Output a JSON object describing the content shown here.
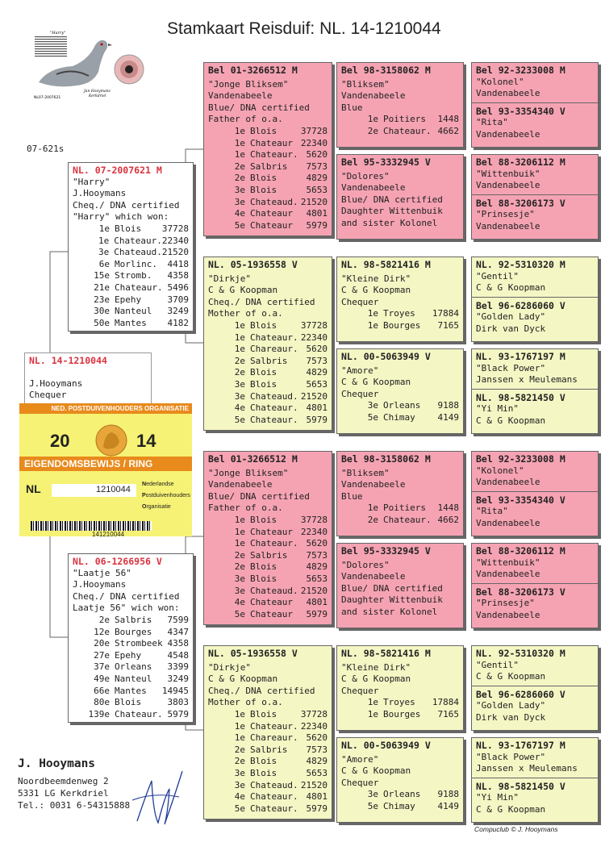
{
  "title": "Stamkaart Reisduif: NL. 14-1210044",
  "side_tag": "07-621s",
  "photo": {
    "name": "\"Harry\"",
    "ring": "NL07-2007621",
    "owner": "Jan Hooymans",
    "place": "Kerkdriel"
  },
  "subject": {
    "ring": "NL. 14-1210044",
    "owner": "J.Hooymans",
    "color": "Chequer"
  },
  "ring_card": {
    "org": "NED. POSTDUIVENHOUDERS ORGANISATIE",
    "year_left": "20",
    "year_right": "14",
    "label": "EIGENDOMSBEWIJS / RING",
    "country": "NL",
    "number": "1210044",
    "org_words": [
      "ederlandse",
      "ostduivenhouders",
      "rganisatie"
    ],
    "barcode_number": "141210044"
  },
  "sire": {
    "ring": "NL. 07-2007621 M",
    "lines": [
      "\"Harry\"",
      "J.Hooymans",
      "Cheq./ DNA certified",
      "\"Harry\" which won:"
    ],
    "results": [
      [
        "1e",
        "Blois",
        "37728"
      ],
      [
        "1e",
        "Chateaur.",
        "22340"
      ],
      [
        "3e",
        "Chateaud.",
        "21520"
      ],
      [
        "6e",
        "Morlinc.",
        "4418"
      ],
      [
        "15e",
        "Stromb.",
        "4358"
      ],
      [
        "21e",
        "Chateaur.",
        "5496"
      ],
      [
        "23e",
        "Epehy",
        "3709"
      ],
      [
        "30e",
        "Nanteul",
        "3249"
      ],
      [
        "50e",
        "Mantes",
        "4182"
      ]
    ]
  },
  "dam": {
    "ring": "NL. 06-1266956 V",
    "lines": [
      "\"Laatje 56\"",
      "J.Hooymans",
      "Cheq./ DNA certified",
      "Laatje 56\" wich won:"
    ],
    "results": [
      [
        "2e",
        "Salbris",
        "7599"
      ],
      [
        "12e",
        "Bourges",
        "4347"
      ],
      [
        "20e",
        "Strombeek",
        "4358"
      ],
      [
        "27e",
        "Epehy",
        "4548"
      ],
      [
        "37e",
        "Orleans",
        "3399"
      ],
      [
        "49e",
        "Nanteul",
        "3249"
      ],
      [
        "66e",
        "Mantes",
        "14945"
      ],
      [
        "80e",
        "Blois",
        "3803"
      ],
      [
        "139e",
        "Chateaur.",
        "5979"
      ]
    ]
  },
  "gp_m": {
    "ring": "Bel 01-3266512 M",
    "lines": [
      "\"Jonge Bliksem\"",
      "Vandenabeele",
      "Blue/ DNA certified",
      "Father of o.a."
    ],
    "results": [
      [
        "1e",
        "Blois",
        "37728"
      ],
      [
        "1e",
        "Chateaur",
        "22340"
      ],
      [
        "1e",
        "Chateaur.",
        "5620"
      ],
      [
        "2e",
        "Salbris",
        "7573"
      ],
      [
        "2e",
        "Blois",
        "4829"
      ],
      [
        "3e",
        "Blois",
        "5653"
      ],
      [
        "3e",
        "Chateaud.",
        "21520"
      ],
      [
        "4e",
        "Chateaur",
        "4801"
      ],
      [
        "5e",
        "Chateaur",
        "5979"
      ]
    ]
  },
  "gp_f": {
    "ring": "NL. 05-1936558 V",
    "lines": [
      "\"Dirkje\"",
      "C & G Koopman",
      "Cheq./ DNA certified",
      "Mother of o.a."
    ],
    "results": [
      [
        "1e",
        "Blois",
        "37728"
      ],
      [
        "1e",
        "Chateaur.",
        "22340"
      ],
      [
        "1e",
        "Chareaur.",
        "5620"
      ],
      [
        "2e",
        "Salbris",
        "7573"
      ],
      [
        "2e",
        "Blois",
        "4829"
      ],
      [
        "3e",
        "Blois",
        "5653"
      ],
      [
        "3e",
        "Chateaud.",
        "21520"
      ],
      [
        "4e",
        "Chateaur.",
        "4801"
      ],
      [
        "5e",
        "Chateaur.",
        "5979"
      ]
    ]
  },
  "gm_m": {
    "ring": "Bel 01-3266512 M",
    "lines": [
      "\"Jonge Bliksem\"",
      "Vandenabeele",
      "Blue/ DNA certified",
      "Father of o.a."
    ],
    "results": [
      [
        "1e",
        "Blois",
        "37728"
      ],
      [
        "1e",
        "Chateaur",
        "22340"
      ],
      [
        "1e",
        "Chateaur.",
        "5620"
      ],
      [
        "2e",
        "Salbris",
        "7573"
      ],
      [
        "2e",
        "Blois",
        "4829"
      ],
      [
        "3e",
        "Blois",
        "5653"
      ],
      [
        "3e",
        "Chateaud.",
        "21520"
      ],
      [
        "4e",
        "Chateaur",
        "4801"
      ],
      [
        "5e",
        "Chateaur",
        "5979"
      ]
    ]
  },
  "gm_f": {
    "ring": "NL. 05-1936558 V",
    "lines": [
      "\"Dirkje\"",
      "C & G Koopman",
      "Cheq./ DNA certified",
      "Mother of o.a."
    ],
    "results": [
      [
        "1e",
        "Blois",
        "37728"
      ],
      [
        "1e",
        "Chateaur.",
        "22340"
      ],
      [
        "1e",
        "Chareaur.",
        "5620"
      ],
      [
        "2e",
        "Salbris",
        "7573"
      ],
      [
        "2e",
        "Blois",
        "4829"
      ],
      [
        "3e",
        "Blois",
        "5653"
      ],
      [
        "3e",
        "Chateaud.",
        "21520"
      ],
      [
        "4e",
        "Chateaur.",
        "4801"
      ],
      [
        "5e",
        "Chateaur.",
        "5979"
      ]
    ]
  },
  "g1": {
    "ring": "Bel 98-3158062 M",
    "lines": [
      "\"Bliksem\"",
      "Vandenabeele",
      "Blue"
    ],
    "results": [
      [
        "1e",
        "Poitiers",
        "1448"
      ],
      [
        "2e",
        "Chateaur.",
        "4662"
      ]
    ]
  },
  "g2": {
    "ring": "Bel 95-3332945 V",
    "lines": [
      "\"Dolores\"",
      "Vandenabeele",
      "Blue/ DNA certified",
      "Daughter Wittenbuik",
      "and sister Kolonel"
    ]
  },
  "g3": {
    "ring": "NL. 98-5821416 M",
    "lines": [
      "\"Kleine Dirk\"",
      "C & G Koopman",
      "Chequer"
    ],
    "results": [
      [
        "1e",
        "Troyes",
        "17884"
      ],
      [
        "1e",
        "Bourges",
        "7165"
      ]
    ]
  },
  "g4": {
    "ring": "NL. 00-5063949 V",
    "lines": [
      "\"Amore\"",
      "C & G Koopman",
      "Chequer"
    ],
    "results": [
      [
        "3e",
        "Orleans",
        "9188"
      ],
      [
        "5e",
        "Chimay",
        "4149"
      ]
    ]
  },
  "ggA": [
    {
      "ring": "Bel 92-3233008 M",
      "name": "\"Kolonel\"",
      "owner": "Vandenabeele"
    },
    {
      "ring": "Bel 93-3354340 V",
      "name": "\"Rita\"",
      "owner": "Vandenabeele"
    }
  ],
  "ggB": [
    {
      "ring": "Bel 88-3206112 M",
      "name": "\"Wittenbuik\"",
      "owner": "Vandenabeele"
    },
    {
      "ring": "Bel 88-3206173 V",
      "name": "\"Prinsesje\"",
      "owner": "Vandenabeele"
    }
  ],
  "ggC": [
    {
      "ring": "NL. 92-5310320 M",
      "name": "\"Gentil\"",
      "owner": "C & G Koopman"
    },
    {
      "ring": "Bel 96-6286060 V",
      "name": "\"Golden Lady\"",
      "owner": "Dirk van Dyck"
    }
  ],
  "ggD": [
    {
      "ring": "NL. 93-1767197 M",
      "name": "\"Black Power\"",
      "owner": "Janssen x Meulemans"
    },
    {
      "ring": "NL. 98-5821450 V",
      "name": "\"Yi Min\"",
      "owner": "C & G Koopman"
    }
  ],
  "breeder": {
    "name": "J. Hooymans",
    "address": "Noordbeemdenweg 2",
    "city": "5331 LG  Kerkdriel",
    "tel": "Tel.: 0031 6-54315888"
  },
  "footer": "Compuclub © J. Hooymans"
}
